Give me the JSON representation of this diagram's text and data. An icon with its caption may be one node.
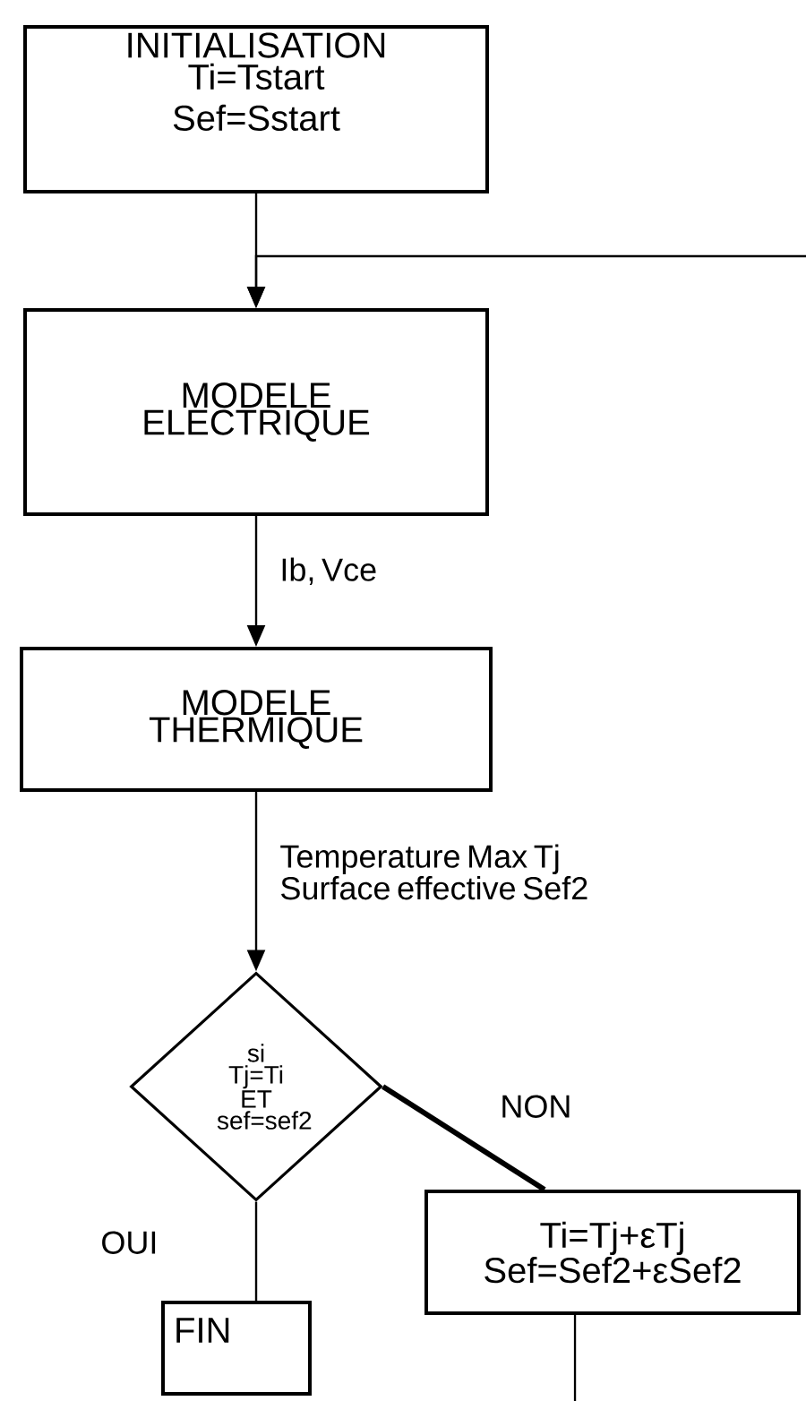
{
  "diagram": {
    "nodes": [
      {
        "text": [
          "INITIALISATION",
          "Ti=Tstart Sef=Sstart"
        ]
      },
      {
        "text": [
          "MODELE ELECTRIQUE"
        ]
      },
      {
        "text": [
          "MODELE THERMIQUE"
        ]
      },
      {
        "text": [
          "si Tj=Ti ET sef=sef2"
        ]
      },
      {
        "text": [
          "Ti=Tj+εTj Sef=Sef2+εSef2"
        ]
      },
      {
        "text": [
          "FIN"
        ]
      }
    ],
    "edges": [
      {
        "from": 0,
        "to": 1,
        "arrow": "to"
      },
      {
        "from": null,
        "to": 1,
        "arrow": "to"
      },
      {
        "from": 1,
        "to": 2,
        "arrow": "to",
        "label": "Ib, Vce"
      },
      {
        "from": 2,
        "to": 3,
        "arrow": "to",
        "label": "Temperature Max Tj Surface effective Sef2"
      },
      {
        "from": 3,
        "to": 4,
        "arrow": "none",
        "label": "NON",
        "style": "thick"
      },
      {
        "from": 3,
        "to": 5,
        "arrow": "none",
        "label": "OUI"
      },
      {
        "from": 4,
        "to": null,
        "arrow": "none"
      }
    ]
  }
}
